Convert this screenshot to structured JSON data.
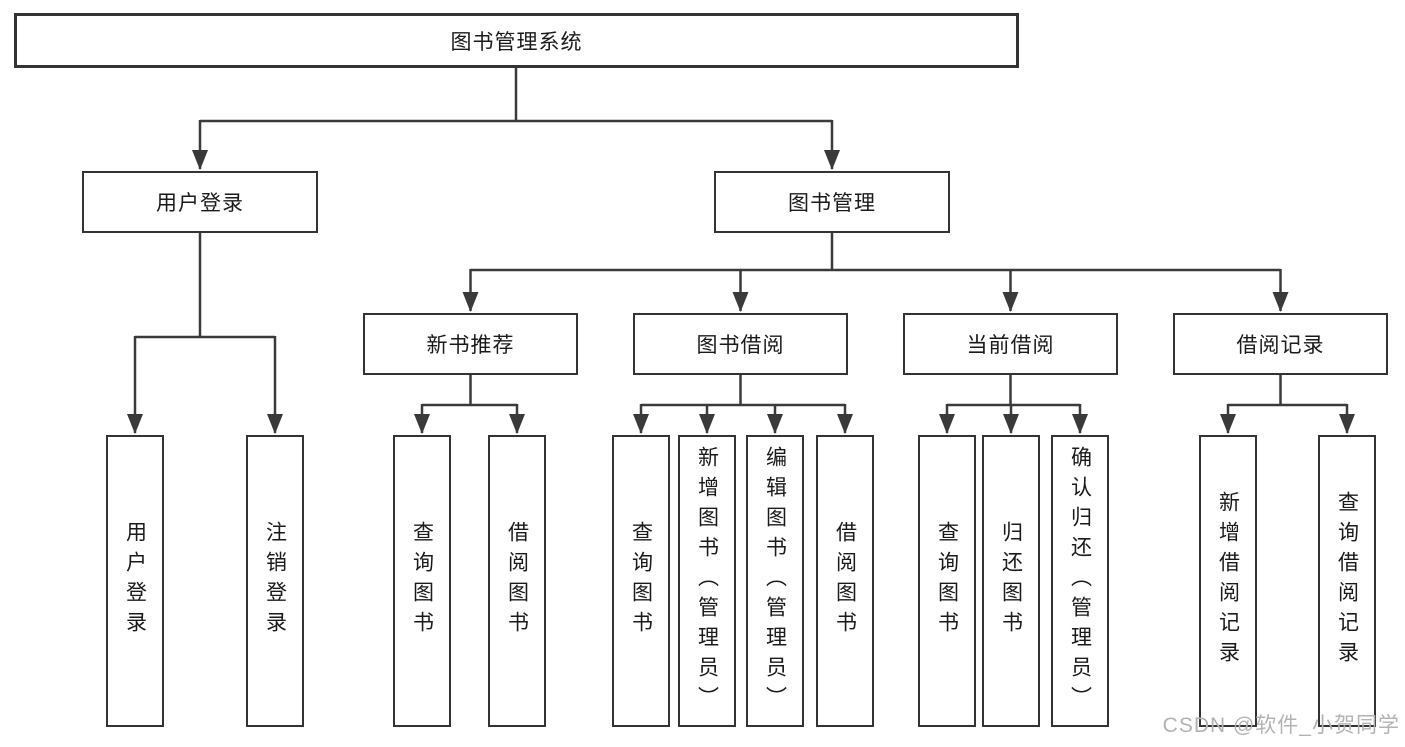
{
  "colors": {
    "background": "#ffffff",
    "line": "#3a3a3a",
    "box_border": "#333333",
    "text": "#1a1a1a",
    "watermark": "#b3b3b3"
  },
  "watermark": {
    "text": "CSDN @软件_小贺同学"
  },
  "tree": {
    "root": {
      "label": "图书管理系统"
    },
    "branches": [
      {
        "label": "用户登录",
        "children": [
          {
            "label": "用户登录"
          },
          {
            "label": "注销登录"
          }
        ]
      },
      {
        "label": "图书管理",
        "children": [
          {
            "label": "新书推荐",
            "children": [
              {
                "label": "查询图书"
              },
              {
                "label": "借阅图书"
              }
            ]
          },
          {
            "label": "图书借阅",
            "children": [
              {
                "label": "查询图书"
              },
              {
                "label": "新增图书（管理员）"
              },
              {
                "label": "编辑图书（管理员）"
              },
              {
                "label": "借阅图书"
              }
            ]
          },
          {
            "label": "当前借阅",
            "children": [
              {
                "label": "查询图书"
              },
              {
                "label": "归还图书"
              },
              {
                "label": "确认归还（管理员）"
              }
            ]
          },
          {
            "label": "借阅记录",
            "children": [
              {
                "label": "新增借阅记录"
              },
              {
                "label": "查询借阅记录"
              }
            ]
          }
        ]
      }
    ]
  }
}
